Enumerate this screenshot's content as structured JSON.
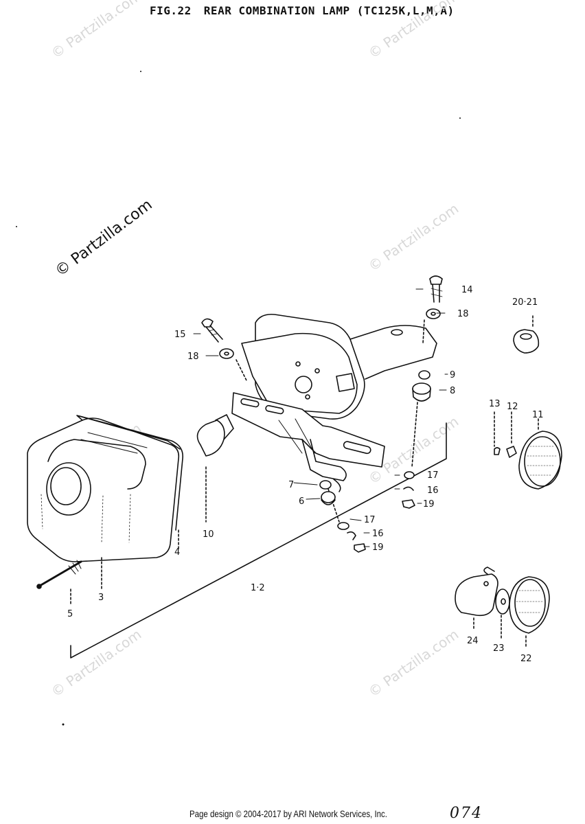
{
  "header": {
    "figure": "FIG.22",
    "title": "REAR COMBINATION LAMP (TC125K,L,M,A)"
  },
  "watermarks": {
    "main": "© Partzilla.com",
    "faint": "© Partzilla.com"
  },
  "labels": {
    "l1_2": "1·2",
    "l3": "3",
    "l4": "4",
    "l5": "5",
    "l6": "6",
    "l7": "7",
    "l8": "8",
    "l9": "9",
    "l10": "10",
    "l11": "11",
    "l12": "12",
    "l13": "13",
    "l14": "14",
    "l15": "15",
    "l16a": "16",
    "l16b": "16",
    "l17a": "17",
    "l17b": "17",
    "l18a": "18",
    "l18b": "18",
    "l19a": "19",
    "l19b": "19",
    "l20_21": "20·21",
    "l22": "22",
    "l23": "23",
    "l24": "24"
  },
  "footer": {
    "copyright": "Page design © 2004-2017 by ARI Network Services, Inc.",
    "page_number": "074"
  }
}
